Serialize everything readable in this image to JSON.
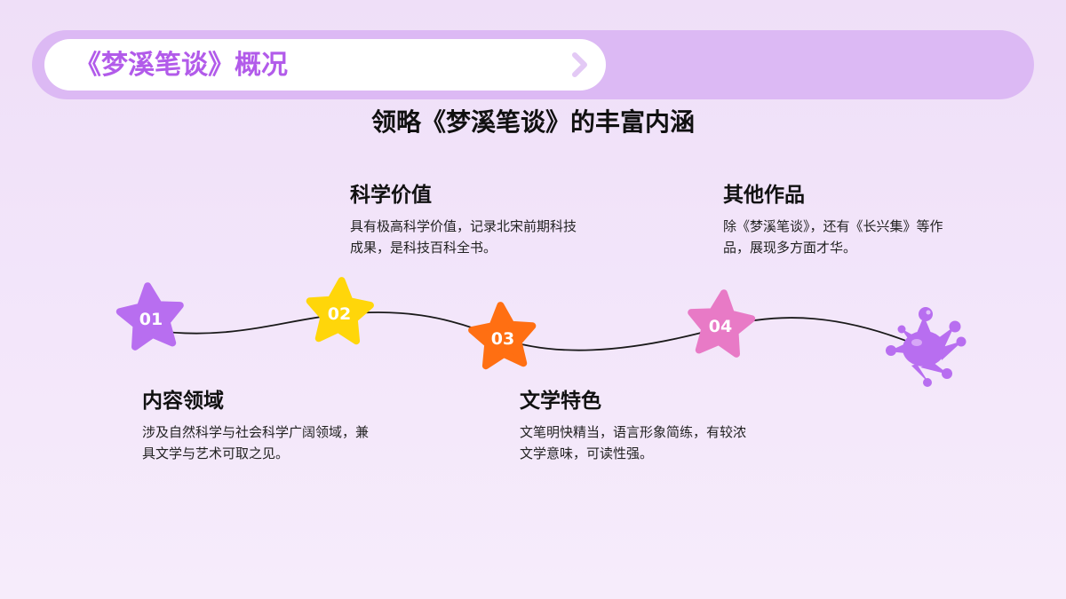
{
  "header": {
    "title": "《梦溪笔谈》概况",
    "bar_color": "#dcb9f4",
    "title_color": "#b25bea",
    "chevron_icon": "chevron-right-icon"
  },
  "subtitle": "领略《梦溪笔谈》的丰富内涵",
  "timeline": {
    "steps": [
      {
        "number": "01",
        "color": "#b86ef0",
        "title": "内容领域",
        "desc": "涉及自然科学与社会科学广阔领域，兼具文学与艺术可取之见。"
      },
      {
        "number": "02",
        "color": "#ffd60a",
        "title": "科学价值",
        "desc": "具有极高科学价值，记录北宋前期科技成果，是科技百科全书。"
      },
      {
        "number": "03",
        "color": "#ff6f12",
        "title": "文学特色",
        "desc": "文笔明快精当，语言形象简练，有较浓文学意味，可读性强。"
      },
      {
        "number": "04",
        "color": "#e87ac6",
        "title": "其他作品",
        "desc": "除《梦溪笔谈》，还有《长兴集》等作品，展现多方面才华。"
      }
    ],
    "end_icon": "splash-icon",
    "end_color": "#b86ef0"
  }
}
